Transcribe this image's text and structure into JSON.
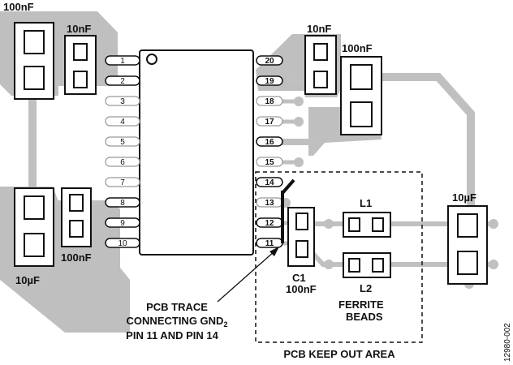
{
  "labels": {
    "c_100nf_top_left": "100nF",
    "c_10nf_top_left": "10nF",
    "c_10nf_top_right": "10nF",
    "c_100nf_top_right": "100nF",
    "c_100nf_bottom_left": "100nF",
    "c_10uf_bottom_left": "10µF",
    "c_10uf_right": "10µF",
    "l1": "L1",
    "l2": "L2",
    "c1": "C1",
    "c1_value": "100nF",
    "ferrite_line1": "FERRITE",
    "ferrite_line2": "BEADS",
    "trace_line1": "PCB TRACE",
    "trace_line2": "CONNECTING GND",
    "trace_line2_sub": "2",
    "trace_line3": "PIN 11 AND PIN 14",
    "keep_out": "PCB KEEP OUT AREA",
    "figure_id": "12980-002"
  },
  "pins_left": [
    "1",
    "2",
    "3",
    "4",
    "5",
    "6",
    "7",
    "8",
    "9",
    "10"
  ],
  "pins_right": [
    "20",
    "19",
    "18",
    "17",
    "16",
    "15",
    "14",
    "13",
    "12",
    "11"
  ],
  "colors": {
    "copper": "#bfbfbf",
    "trace": "#c0c0c0",
    "outline": "#111111",
    "background": "#ffffff"
  }
}
